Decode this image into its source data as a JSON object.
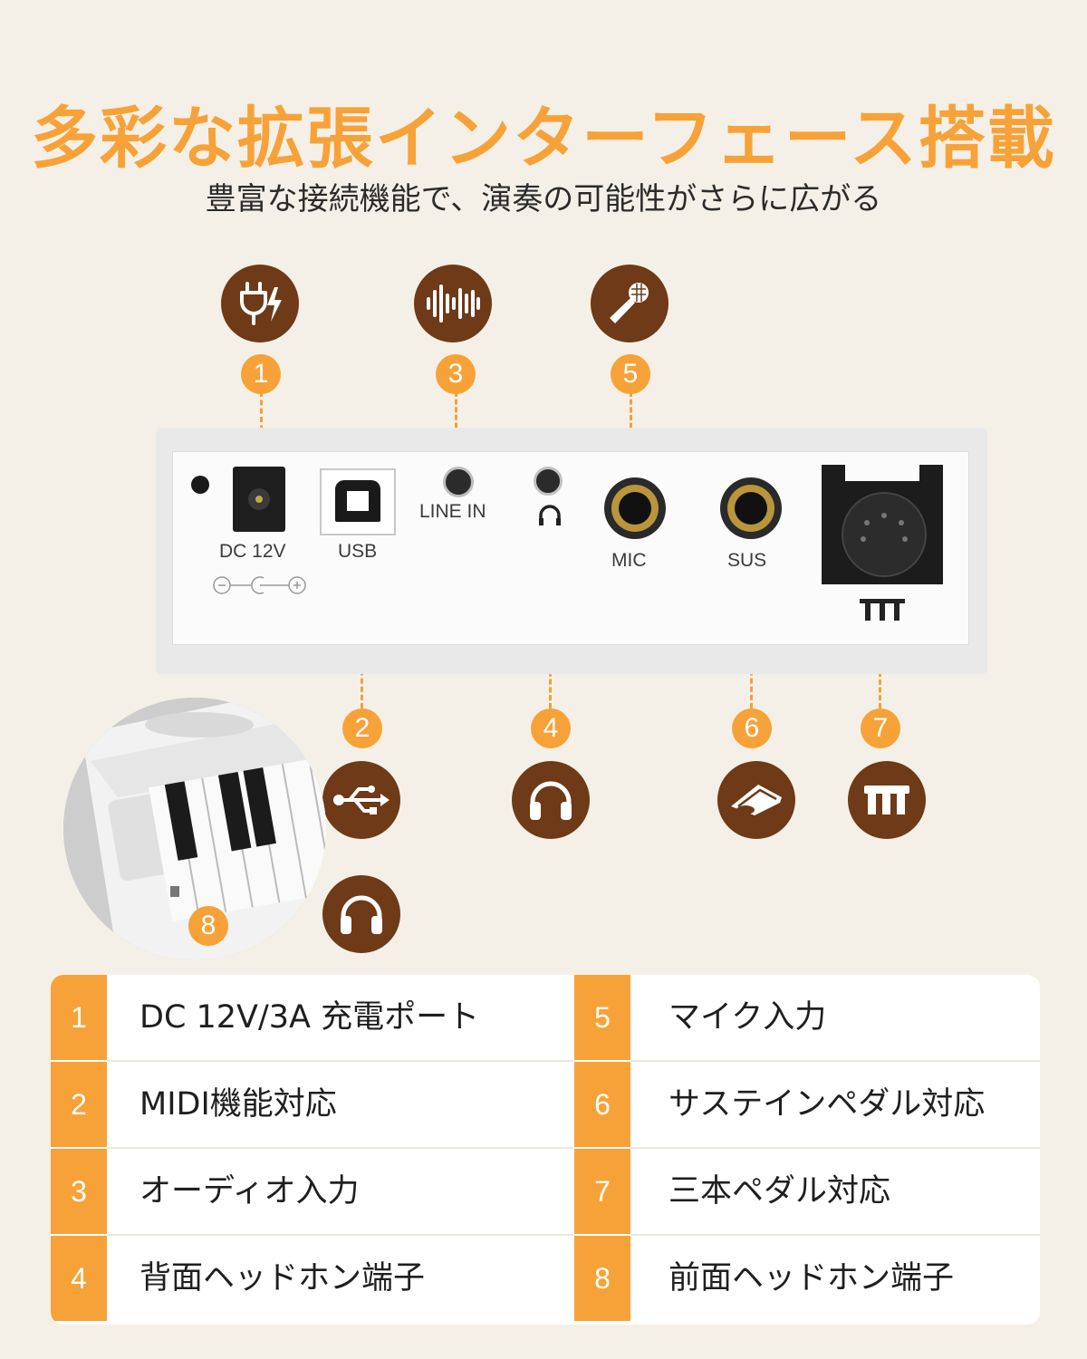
{
  "colors": {
    "accent": "#f7a238",
    "brown": "#6e3a17",
    "background": "#f5f0e7"
  },
  "title": "多彩な拡張インターフェース搭載",
  "subtitle": "豊富な接続機能で、演奏の可能性がさらに広がる",
  "callouts": [
    {
      "num": "1",
      "icon": "power-plug-icon"
    },
    {
      "num": "2",
      "icon": "usb-icon"
    },
    {
      "num": "3",
      "icon": "sound-wave-icon"
    },
    {
      "num": "4",
      "icon": "headphones-icon"
    },
    {
      "num": "5",
      "icon": "microphone-icon"
    },
    {
      "num": "6",
      "icon": "sustain-pedal-icon"
    },
    {
      "num": "7",
      "icon": "three-pedal-icon"
    },
    {
      "num": "8",
      "icon": "headphones-icon"
    }
  ],
  "panel_labels": {
    "dc": "DC 12V",
    "usb": "USB",
    "line_in": "LINE IN",
    "mic": "MIC",
    "sus": "SUS"
  },
  "table": {
    "left": [
      {
        "num": "1",
        "text": "DC 12V/3A 充電ポート"
      },
      {
        "num": "2",
        "text": "MIDI機能対応"
      },
      {
        "num": "3",
        "text": "オーディオ入力"
      },
      {
        "num": "4",
        "text": "背面ヘッドホン端子"
      }
    ],
    "right": [
      {
        "num": "5",
        "text": "マイク入力"
      },
      {
        "num": "6",
        "text": "サステインペダル対応"
      },
      {
        "num": "7",
        "text": "三本ペダル対応"
      },
      {
        "num": "8",
        "text": "前面ヘッドホン端子"
      }
    ]
  }
}
